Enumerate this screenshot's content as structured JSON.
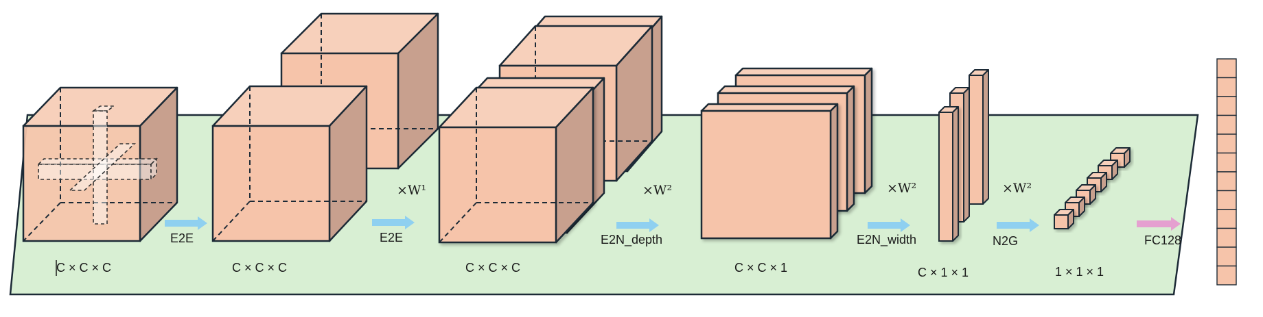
{
  "colors": {
    "plane": "#d8efd3",
    "cube_face": "#f6c4aa",
    "cube_top": "#f7d0bb",
    "cube_side": "#c8a08e",
    "arrow_blue": "#8fd0f0",
    "arrow_pink": "#e5a0d0",
    "outline": "#1c2a36"
  },
  "stages": [
    {
      "shape": "C × C × C"
    },
    {
      "shape": "C × C × C"
    },
    {
      "shape": "C × C × C"
    },
    {
      "shape": "C × C × 1"
    },
    {
      "shape": "C × 1 × 1"
    },
    {
      "shape": "1 × 1 × 1"
    }
  ],
  "operations": [
    {
      "label": "E2E",
      "arrow": "blue"
    },
    {
      "label": "E2E",
      "arrow": "blue"
    },
    {
      "label": "E2N_depth",
      "arrow": "blue"
    },
    {
      "label": "E2N_width",
      "arrow": "blue"
    },
    {
      "label": "N2G",
      "arrow": "blue"
    },
    {
      "label": "FC128",
      "arrow": "pink"
    }
  ],
  "weights": [
    "×W¹",
    "×W²",
    "×W²",
    "×W²"
  ],
  "output_vector_cells": 12
}
